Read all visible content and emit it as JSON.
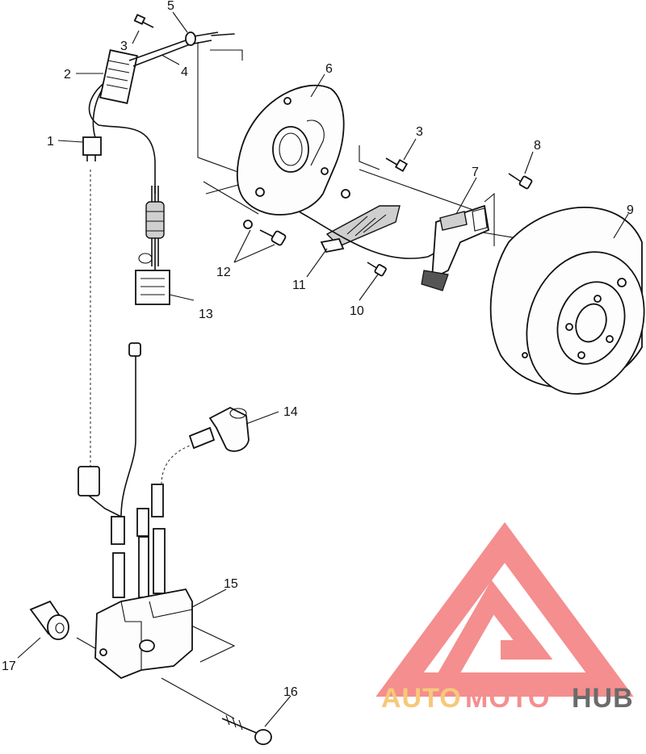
{
  "callouts": {
    "c1": "1",
    "c2": "2",
    "c3a": "3",
    "c3b": "3",
    "c4": "4",
    "c5": "5",
    "c6": "6",
    "c7": "7",
    "c8": "8",
    "c9": "9",
    "c10": "10",
    "c11": "11",
    "c12": "12",
    "c13": "13",
    "c14": "14",
    "c15": "15",
    "c16": "16",
    "c17": "17"
  },
  "watermark": {
    "part1": "AUTO",
    "part2": "MOTO",
    "part3": "HUB",
    "color_yellow": "#f7c87a",
    "color_pink": "#f48f8f",
    "color_grey": "#6b6b6b",
    "logo_color": "#f47b7b"
  }
}
